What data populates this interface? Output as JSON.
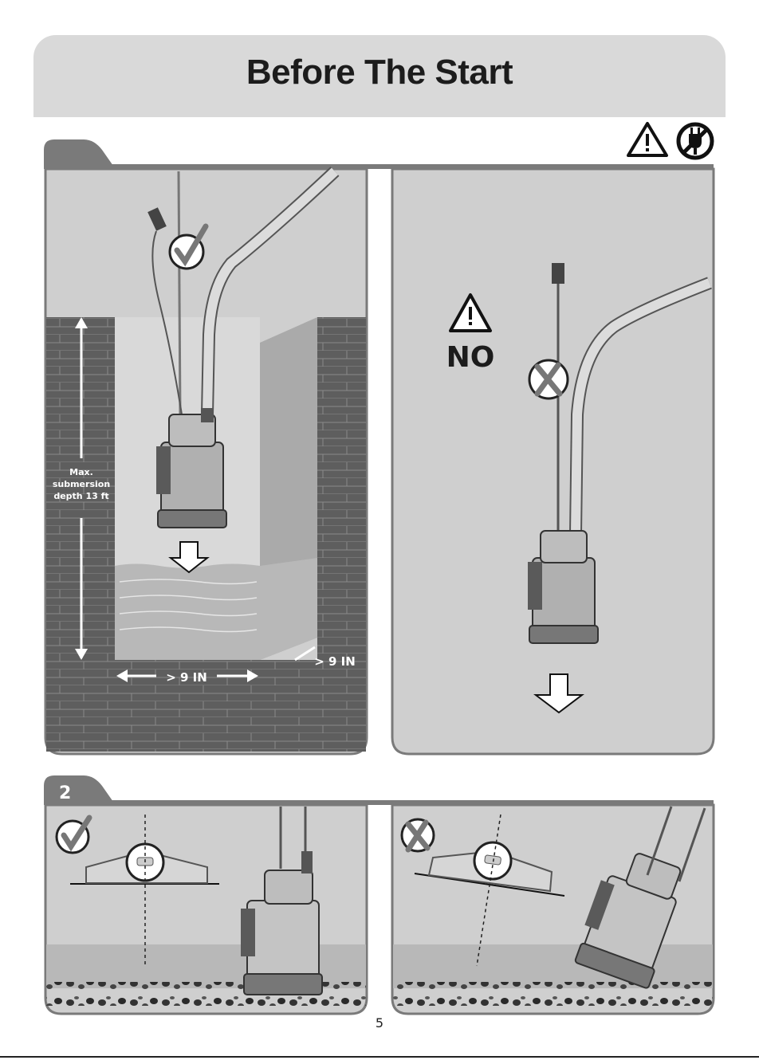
{
  "header": {
    "title": "Before The Start"
  },
  "section1": {
    "step_number": "",
    "left_panel": {
      "depth_label_line1": "Max.",
      "depth_label_line2": "submersion",
      "depth_label_line3": "depth 13 ft",
      "width_label": "> 9 IN",
      "side_clearance_label": "> 9 IN",
      "status_icon": "check-mark-icon"
    },
    "right_panel": {
      "warning_label": "NO",
      "status_icon": "x-mark-icon"
    },
    "icons": [
      "warning-triangle-icon",
      "unplug-icon"
    ]
  },
  "section2": {
    "step_number": "2",
    "left_panel": {
      "status_icon": "check-mark-icon"
    },
    "right_panel": {
      "status_icon": "x-mark-icon"
    }
  },
  "footer": {
    "page_number": "5"
  },
  "colors": {
    "header": "#d9d9d9",
    "panel": "#cfcfcf",
    "brick": "#5a5a5a",
    "tab": "#7a7a7a",
    "water": "#b8b8b8"
  }
}
